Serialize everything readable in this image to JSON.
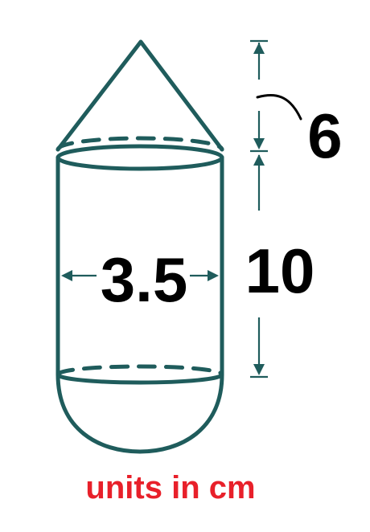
{
  "figure": {
    "solid": "cylinder with a cone on top and a hemisphere on the bottom",
    "cone_height_label": "6",
    "cylinder_height_label": "10",
    "diameter_label": "3.5",
    "units_note": "units in cm"
  },
  "colors": {
    "shape": "#1f5c5c",
    "dimension_lines": "#1f5c5c",
    "labels": "#000000",
    "units_note": "#e8202a"
  }
}
